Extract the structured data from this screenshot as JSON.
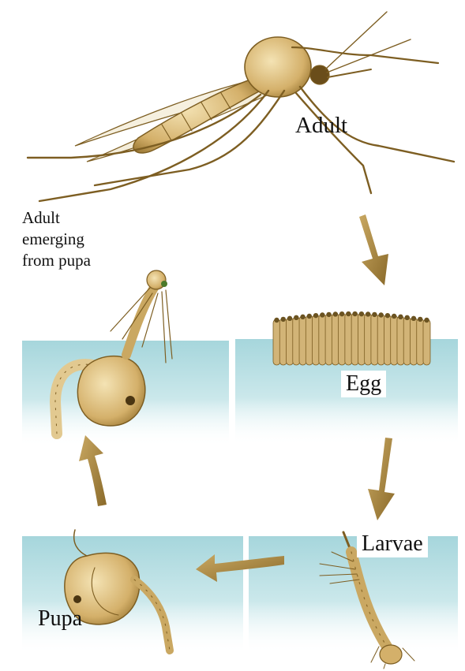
{
  "labels": {
    "adult": "Adult",
    "emerging": "Adult emerging from pupa",
    "egg": "Egg",
    "larvae": "Larvae",
    "pupa": "Pupa"
  },
  "colors": {
    "water": "#a9d8dd",
    "water_light": "#dff1f2",
    "body": "#d9b878",
    "body_dark": "#8a6a2a",
    "body_light": "#f1dfae",
    "arrow": "#a88742"
  }
}
